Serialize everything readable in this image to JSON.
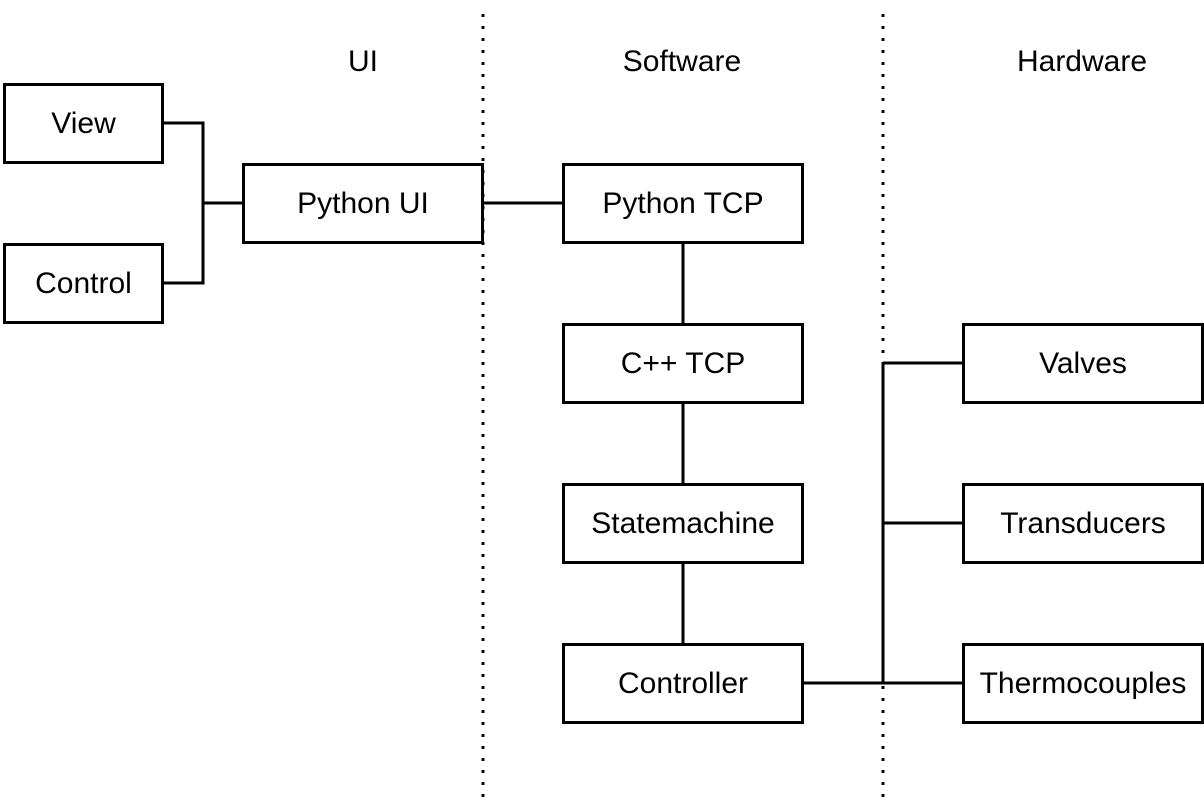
{
  "headings": {
    "ui": "UI",
    "software": "Software",
    "hardware": "Hardware"
  },
  "nodes": {
    "view": "View",
    "control": "Control",
    "python_ui": "Python UI",
    "python_tcp": "Python TCP",
    "cpp_tcp": "C++ TCP",
    "statemachine": "Statemachine",
    "controller": "Controller",
    "valves": "Valves",
    "transducers": "Transducers",
    "thermocouples": "Thermocouples"
  }
}
